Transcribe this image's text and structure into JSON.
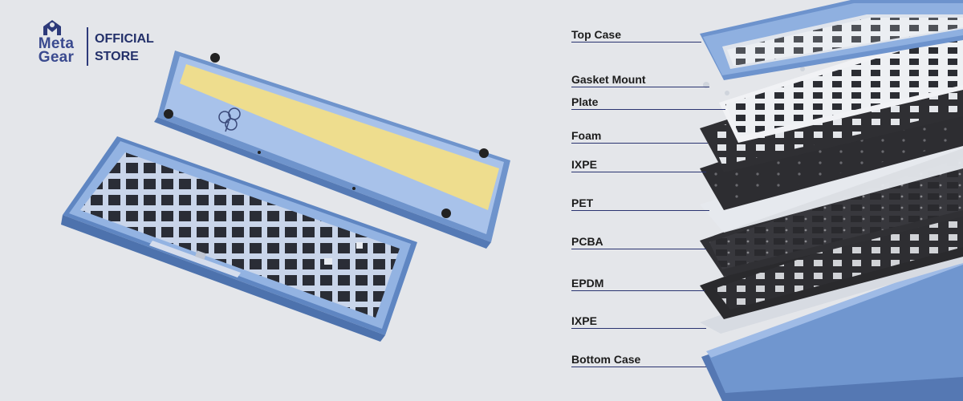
{
  "brand": {
    "name_line1": "Meta",
    "name_line2": "Gear",
    "store_line1": "OFFICIAL",
    "store_line2": "STORE"
  },
  "layers": [
    {
      "label": "Top Case"
    },
    {
      "label": "Gasket Mount"
    },
    {
      "label": "Plate"
    },
    {
      "label": "Foam"
    },
    {
      "label": "IXPE"
    },
    {
      "label": "PET"
    },
    {
      "label": "PCBA"
    },
    {
      "label": "EPDM"
    },
    {
      "label": "IXPE"
    },
    {
      "label": "Bottom Case"
    }
  ],
  "colors": {
    "background": "#e4e6ea",
    "case_blue": "#8fb0e0",
    "case_blue_dark": "#5f86c2",
    "sticker_yellow": "#efdc90",
    "foam_dark": "#2c2c2e",
    "label_text": "#1c1c1c",
    "brand_navy": "#2d3a7a"
  }
}
